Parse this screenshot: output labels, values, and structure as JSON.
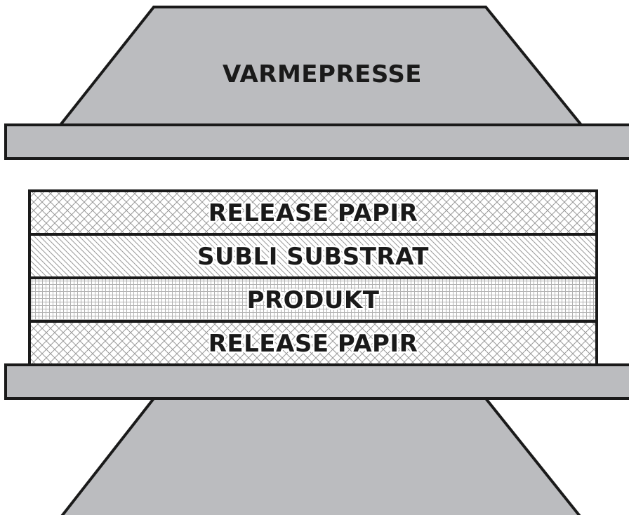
{
  "press": {
    "label": "VARMEPRESSE"
  },
  "layers": [
    {
      "label": "RELEASE PAPIR",
      "pattern": "crosshatch"
    },
    {
      "label": "SUBLI SUBSTRAT",
      "pattern": "diagonal"
    },
    {
      "label": "PRODUKT",
      "pattern": "grid"
    },
    {
      "label": "RELEASE PAPIR",
      "pattern": "crosshatch"
    }
  ],
  "colors": {
    "press_fill": "#bbbcbf",
    "outline": "#1a1a1a",
    "layer_background": "#ffffff",
    "pattern_ink": "#9a9a9a"
  }
}
